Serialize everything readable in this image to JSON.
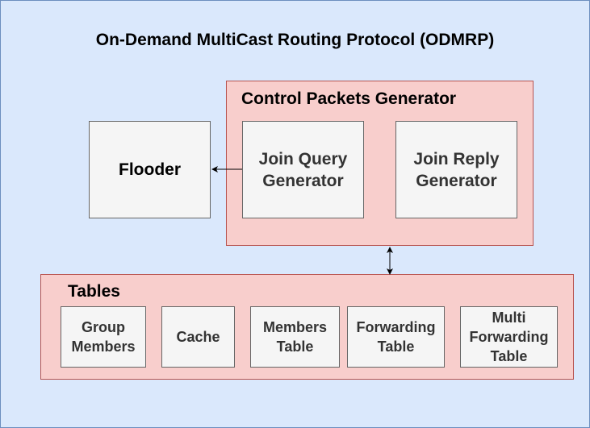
{
  "title": "On-Demand MultiCast Routing Protocol (ODMRP)",
  "flooder": {
    "label": "Flooder"
  },
  "control_packets": {
    "label": "Control Packets Generator",
    "join_query": "Join Query\nGenerator",
    "join_reply": "Join Reply\nGenerator"
  },
  "tables": {
    "label": "Tables",
    "items": [
      "Group\nMembers",
      "Cache",
      "Members\nTable",
      "Forwarding\nTable",
      "Multi\nForwarding\nTable"
    ]
  },
  "colors": {
    "background": "#dae8fc",
    "background_border": "#6c8ebf",
    "group_fill": "#f8cecc",
    "group_border": "#b85450",
    "box_fill": "#f5f5f5",
    "box_border": "#666666",
    "box_text": "#333333"
  }
}
